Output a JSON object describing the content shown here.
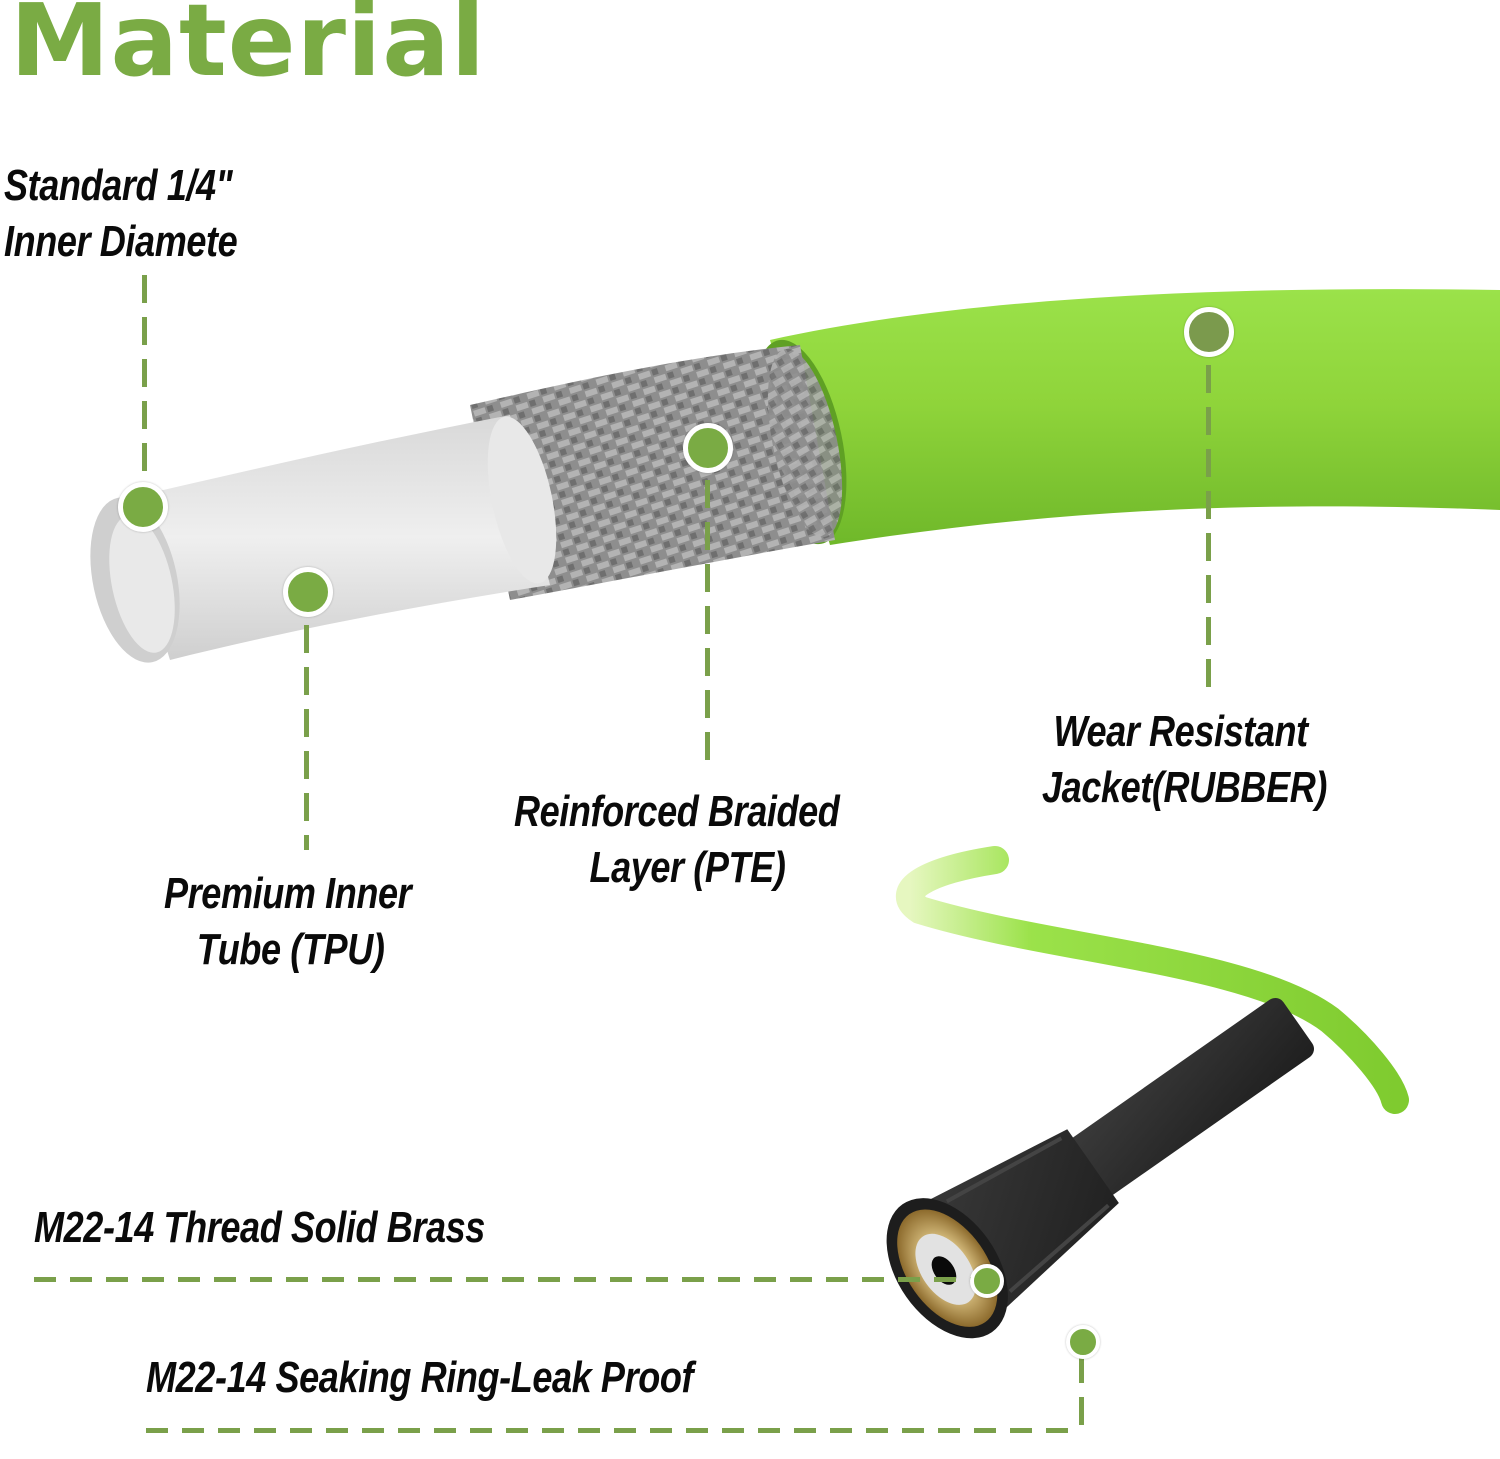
{
  "title": "Material",
  "colors": {
    "accent_green": "#7aab44",
    "callout_line": "#7aa04a",
    "jacket_green": "#8fd43a",
    "braid_gray": "#8c8c8c",
    "inner_tube": "#e6e6e6",
    "fitting_black": "#2b2b2b",
    "brass": "#b8954a",
    "text": "#0a0a0a"
  },
  "callouts": {
    "inner_diameter": {
      "line1": "Standard 1/4\"",
      "line2": "Inner Diamete",
      "icon": "callout-dot"
    },
    "inner_tube": {
      "line1": "Premium Inner",
      "line2": "Tube (TPU)",
      "icon": "callout-dot"
    },
    "braided_layer": {
      "line1": "Reinforced Braided",
      "line2": "Layer (PTE)",
      "icon": "callout-dot"
    },
    "jacket": {
      "line1": "Wear Resistant",
      "line2": "Jacket(RUBBER)",
      "icon": "callout-dot"
    },
    "thread": {
      "text": "M22-14 Thread Solid Brass",
      "icon": "callout-dot"
    },
    "seal_ring": {
      "text": "M22-14 Seaking Ring-Leak Proof",
      "icon": "callout-dot"
    }
  }
}
